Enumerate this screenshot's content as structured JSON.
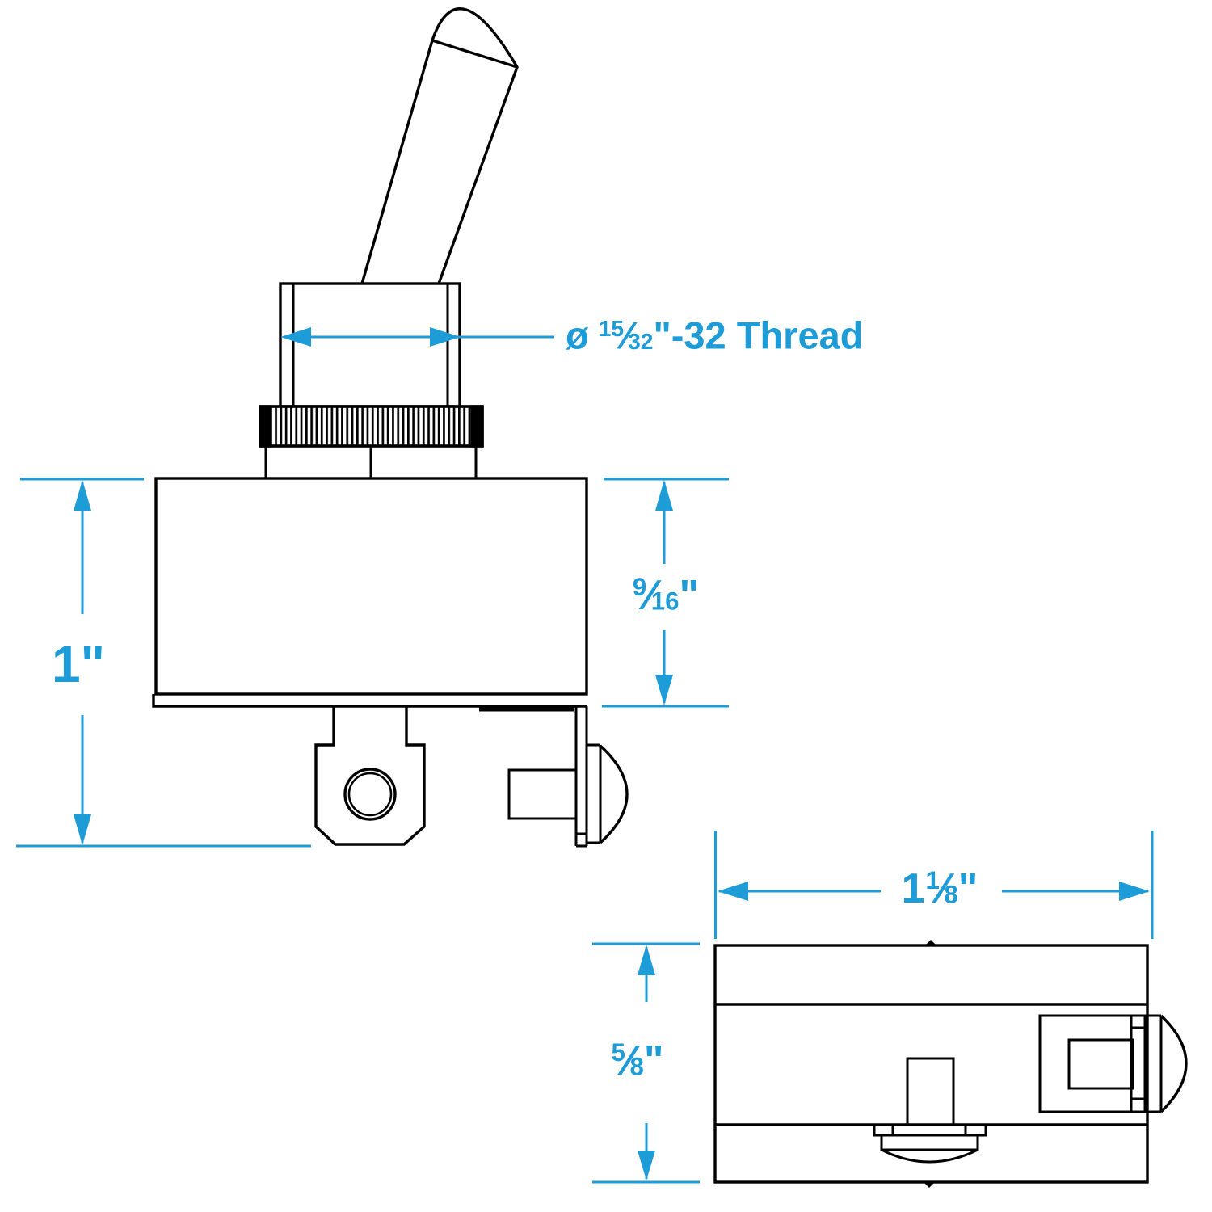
{
  "labels": {
    "fraction_slash": "⁄",
    "thread": {
      "symbol": "ø",
      "num": "15",
      "den": "32",
      "tail": "\"-32 Thread"
    },
    "dim_side_overall": {
      "text": "1\""
    },
    "dim_side_upper": {
      "num": "9",
      "den": "16",
      "tail": "\""
    },
    "dim_bottom_width": {
      "lead": "1",
      "num": "1",
      "den": "8",
      "tail": "\""
    },
    "dim_bottom_depth": {
      "num": "5",
      "den": "8",
      "tail": "\""
    }
  },
  "colors": {
    "dimension_accent": "#1e9cd8",
    "line_art": "#000000",
    "background": "#ffffff"
  }
}
